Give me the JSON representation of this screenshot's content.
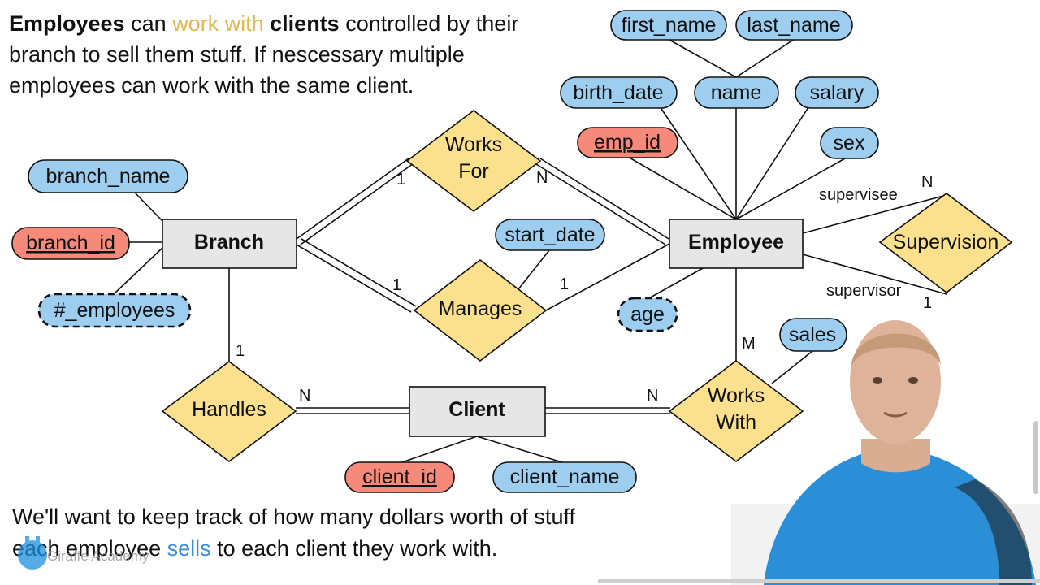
{
  "intro": {
    "line1_a": "Employees",
    "line1_b": " can ",
    "line1_c": "work with",
    "line1_d": " clients",
    "line1_e": " controlled by their",
    "line2": "branch to sell them stuff. If nescessary multiple",
    "line3": "employees can work with the same client."
  },
  "footer": {
    "line1": "We'll want to keep track of how many dollars worth of stuff",
    "line2_a": "each employee ",
    "line2_b": "sells",
    "line2_c": " to each client they work with.",
    "watermark": "Giraffe Academy"
  },
  "entities": {
    "branch": "Branch",
    "employee": "Employee",
    "client": "Client"
  },
  "relationships": {
    "works_for_1": "Works",
    "works_for_2": "For",
    "manages": "Manages",
    "supervision": "Supervision",
    "handles": "Handles",
    "works_with_1": "Works",
    "works_with_2": "With"
  },
  "attributes": {
    "first_name": "first_name",
    "last_name": "last_name",
    "birth_date": "birth_date",
    "name": "name",
    "salary": "salary",
    "emp_id": "emp_id",
    "sex": "sex",
    "branch_name": "branch_name",
    "branch_id": "branch_id",
    "num_employees": "#_employees",
    "start_date": "start_date",
    "age": "age",
    "sales": "sales",
    "client_id": "client_id",
    "client_name": "client_name"
  },
  "cardinalities": {
    "works_for_branch": "1",
    "works_for_employee": "N",
    "manages_branch": "1",
    "manages_employee": "1",
    "supervisee_n": "N",
    "supervisor_1": "1",
    "handles_branch": "1",
    "handles_client": "N",
    "works_with_client": "N",
    "works_with_employee": "M"
  },
  "roles": {
    "supervisee": "supervisee",
    "supervisor": "supervisor"
  },
  "colors": {
    "attribute_fill": "#9dcdef",
    "key_fill": "#f58a7a",
    "entity_fill": "#e6e6e6",
    "relationship_fill": "#fbe08e",
    "highlight_yellow": "#e6b84a",
    "highlight_blue": "#3c8fd6"
  }
}
